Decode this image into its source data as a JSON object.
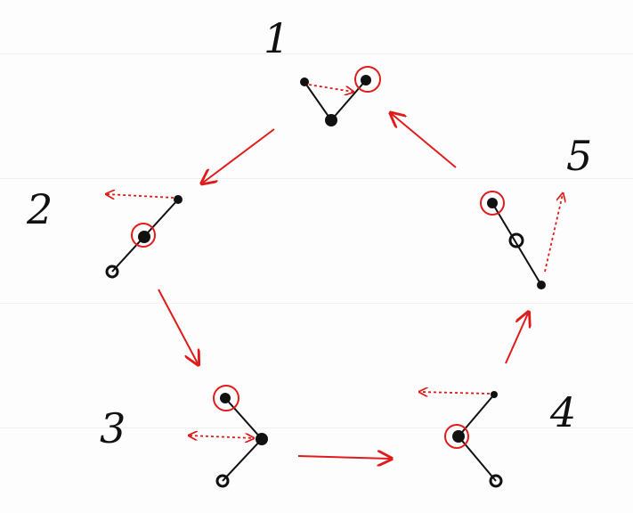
{
  "title": "",
  "colors": {
    "ink": "#111111",
    "accent": "#e01b1b"
  },
  "stages": [
    {
      "label": "1"
    },
    {
      "label": "2"
    },
    {
      "label": "3"
    },
    {
      "label": "4"
    },
    {
      "label": "5"
    }
  ]
}
